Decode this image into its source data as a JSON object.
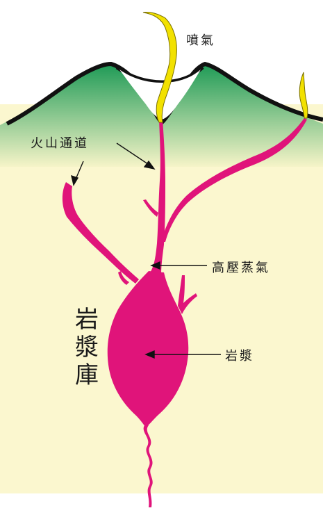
{
  "labels": {
    "vent_gas": "噴氣",
    "conduit": "火山通道",
    "high_pressure_vapor": "高壓蒸氣",
    "magma": "岩漿",
    "magma_chamber": "岩漿庫"
  },
  "colors": {
    "ground": "#fbf7cf",
    "mountain_top": "#1e9a56",
    "mountain_bottom": "#f6f4c8",
    "outline": "#111111",
    "gas": "#f2e100",
    "conduit_top": "#2e86c8",
    "chamber_mid": "#8c4ea8",
    "chamber_bottom": "#e0147a"
  }
}
